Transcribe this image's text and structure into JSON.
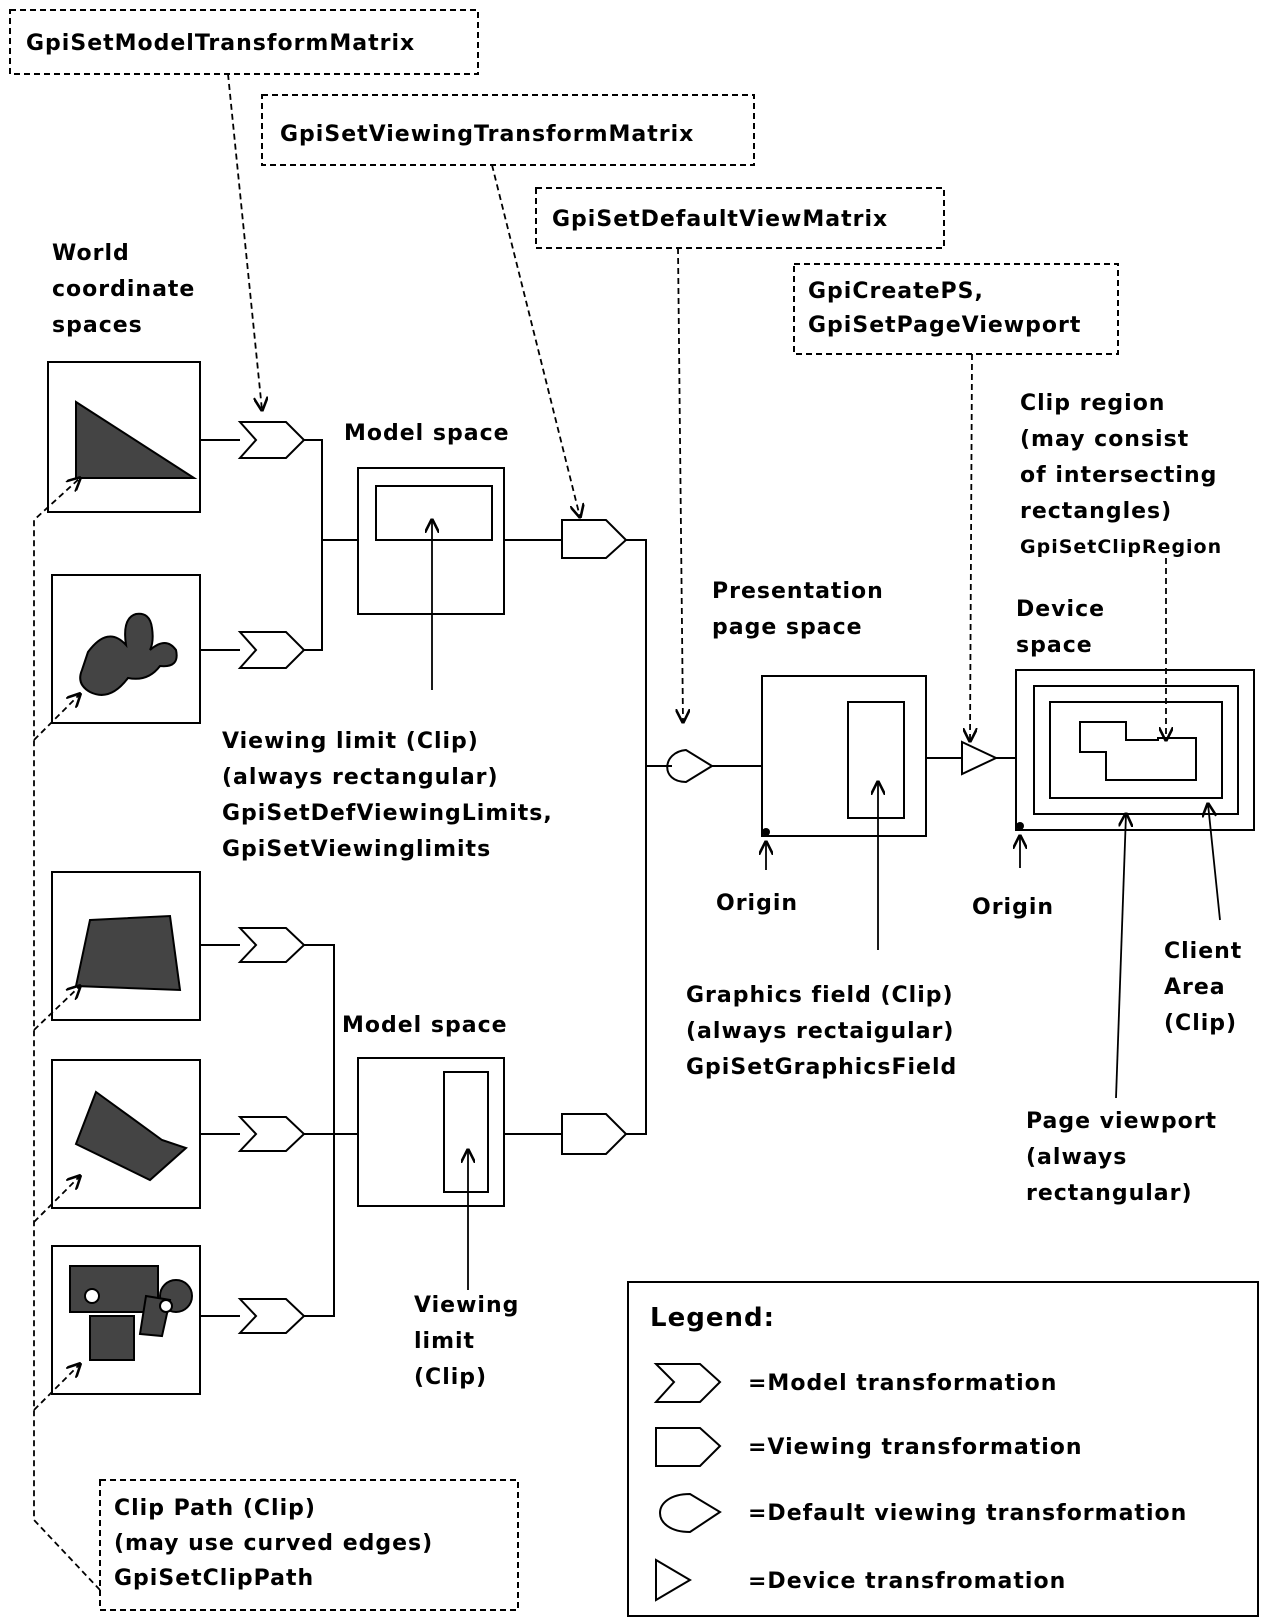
{
  "labels": {
    "world_spaces": [
      "World",
      "coordinate",
      "spaces"
    ],
    "model_space": "Model space",
    "presentation_space": [
      "Presentation",
      "page space"
    ],
    "device_space": [
      "Device",
      "space"
    ],
    "clip_region": [
      "Clip region",
      "(may consist",
      "of intersecting",
      "rectangles)",
      "GpiSetClipRegion"
    ],
    "viewing_limit_top": [
      "Viewing limit (Clip)",
      "(always rectangular)",
      "GpiSetDefViewingLimits,",
      "GpiSetViewinglimits"
    ],
    "viewing_limit_bottom": [
      "Viewing",
      "limit",
      "(Clip)"
    ],
    "origin": "Origin",
    "graphics_field": [
      "Graphics field (Clip)",
      "(always rectaigular)",
      "GpiSetGraphicsField"
    ],
    "client_area": [
      "Client",
      "Area",
      "(Clip)"
    ],
    "page_viewport": [
      "Page viewport",
      "(always",
      "rectangular)"
    ]
  },
  "api_boxes": {
    "model_transform": "GpiSetModelTransformMatrix",
    "viewing_transform": "GpiSetViewingTransformMatrix",
    "default_view": "GpiSetDefaultViewMatrix",
    "create_ps": [
      "GpiCreatePS,",
      "GpiSetPageViewport"
    ],
    "clip_path": [
      "Clip Path (Clip)",
      "(may use curved edges)",
      "GpiSetClipPath"
    ]
  },
  "legend": {
    "title": "Legend:",
    "items": [
      {
        "icon": "model-transformation-icon",
        "label": "=Model transformation"
      },
      {
        "icon": "viewing-transformation-icon",
        "label": "=Viewing transformation"
      },
      {
        "icon": "default-viewing-transformation-icon",
        "label": "=Default viewing transformation"
      },
      {
        "icon": "device-transformation-icon",
        "label": "=Device transfromation"
      }
    ]
  }
}
